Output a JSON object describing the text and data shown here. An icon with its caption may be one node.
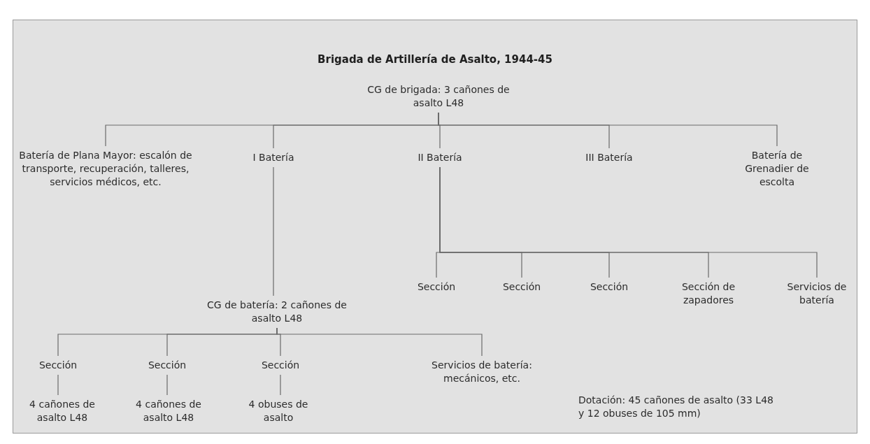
{
  "diagram": {
    "title": "Brigada de Artillería de Asalto, 1944-45",
    "nodes": [
      {
        "text": [
          "CG de brigada: 3 cañones de asalto L48"
        ]
      },
      {
        "text": [
          "Batería de Plana Mayor: escalón de transporte, recuperación, talleres, servicios médicos, etc."
        ]
      },
      {
        "text": [
          "I Batería"
        ]
      },
      {
        "text": [
          "II Batería"
        ]
      },
      {
        "text": [
          "III Batería"
        ]
      },
      {
        "text": [
          "Batería de Grenadier de escolta"
        ]
      },
      {
        "text": [
          "CG de batería: 2 cañones de asalto L48"
        ]
      },
      {
        "text": [
          "Sección"
        ]
      },
      {
        "text": [
          "Sección"
        ]
      },
      {
        "text": [
          "Sección"
        ]
      },
      {
        "text": [
          "Sección de zapadores"
        ]
      },
      {
        "text": [
          "Servicios de batería"
        ]
      },
      {
        "text": [
          "Sección"
        ]
      },
      {
        "text": [
          "Sección"
        ]
      },
      {
        "text": [
          "Sección"
        ]
      },
      {
        "text": [
          "Servicios de batería: mecánicos, etc."
        ]
      },
      {
        "text": [
          "4 cañones de asalto L48"
        ]
      },
      {
        "text": [
          "4 cañones de asalto L48"
        ]
      },
      {
        "text": [
          "4 obuses de asalto"
        ]
      }
    ],
    "edges": [
      {
        "from": 0,
        "to": 1,
        "arrow": "none"
      },
      {
        "from": 0,
        "to": 2,
        "arrow": "none"
      },
      {
        "from": 0,
        "to": 3,
        "arrow": "none"
      },
      {
        "from": 0,
        "to": 4,
        "arrow": "none"
      },
      {
        "from": 0,
        "to": 5,
        "arrow": "none"
      },
      {
        "from": 2,
        "to": 6,
        "arrow": "none"
      },
      {
        "from": 3,
        "to": 7,
        "arrow": "none"
      },
      {
        "from": 3,
        "to": 8,
        "arrow": "none"
      },
      {
        "from": 3,
        "to": 9,
        "arrow": "none"
      },
      {
        "from": 3,
        "to": 10,
        "arrow": "none"
      },
      {
        "from": 3,
        "to": 11,
        "arrow": "none"
      },
      {
        "from": 6,
        "to": 12,
        "arrow": "none"
      },
      {
        "from": 6,
        "to": 13,
        "arrow": "none"
      },
      {
        "from": 6,
        "to": 14,
        "arrow": "none"
      },
      {
        "from": 6,
        "to": 15,
        "arrow": "none"
      },
      {
        "from": 12,
        "to": 16,
        "arrow": "none"
      },
      {
        "from": 13,
        "to": 17,
        "arrow": "none"
      },
      {
        "from": 14,
        "to": 18,
        "arrow": "none"
      }
    ],
    "labels": [
      "Dotación: 45 cañones de asalto (33 L48 y 12 obuses de 105 mm)"
    ]
  }
}
